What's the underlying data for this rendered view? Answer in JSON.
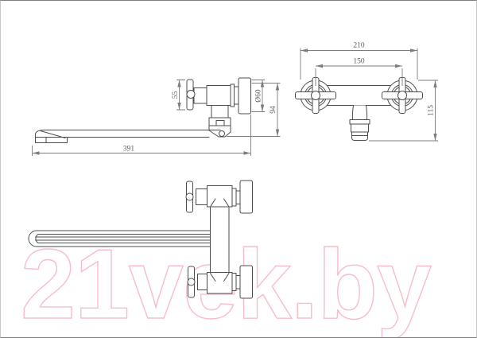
{
  "watermark": {
    "text": "21vek.by",
    "color": "#f8bdc8"
  },
  "drawing": {
    "object_line_color": "#4d4d4d",
    "dimension_line_color": "#7d7d7d",
    "views": {
      "side_view": {
        "dimensions": {
          "handle_length": "55",
          "escutcheon_diameter": "Ø60",
          "body_height": "94",
          "spout_length": "391"
        }
      },
      "front_view": {
        "dimensions": {
          "overall_width": "210",
          "mount_spacing": "150",
          "overall_height": "115"
        }
      }
    }
  }
}
